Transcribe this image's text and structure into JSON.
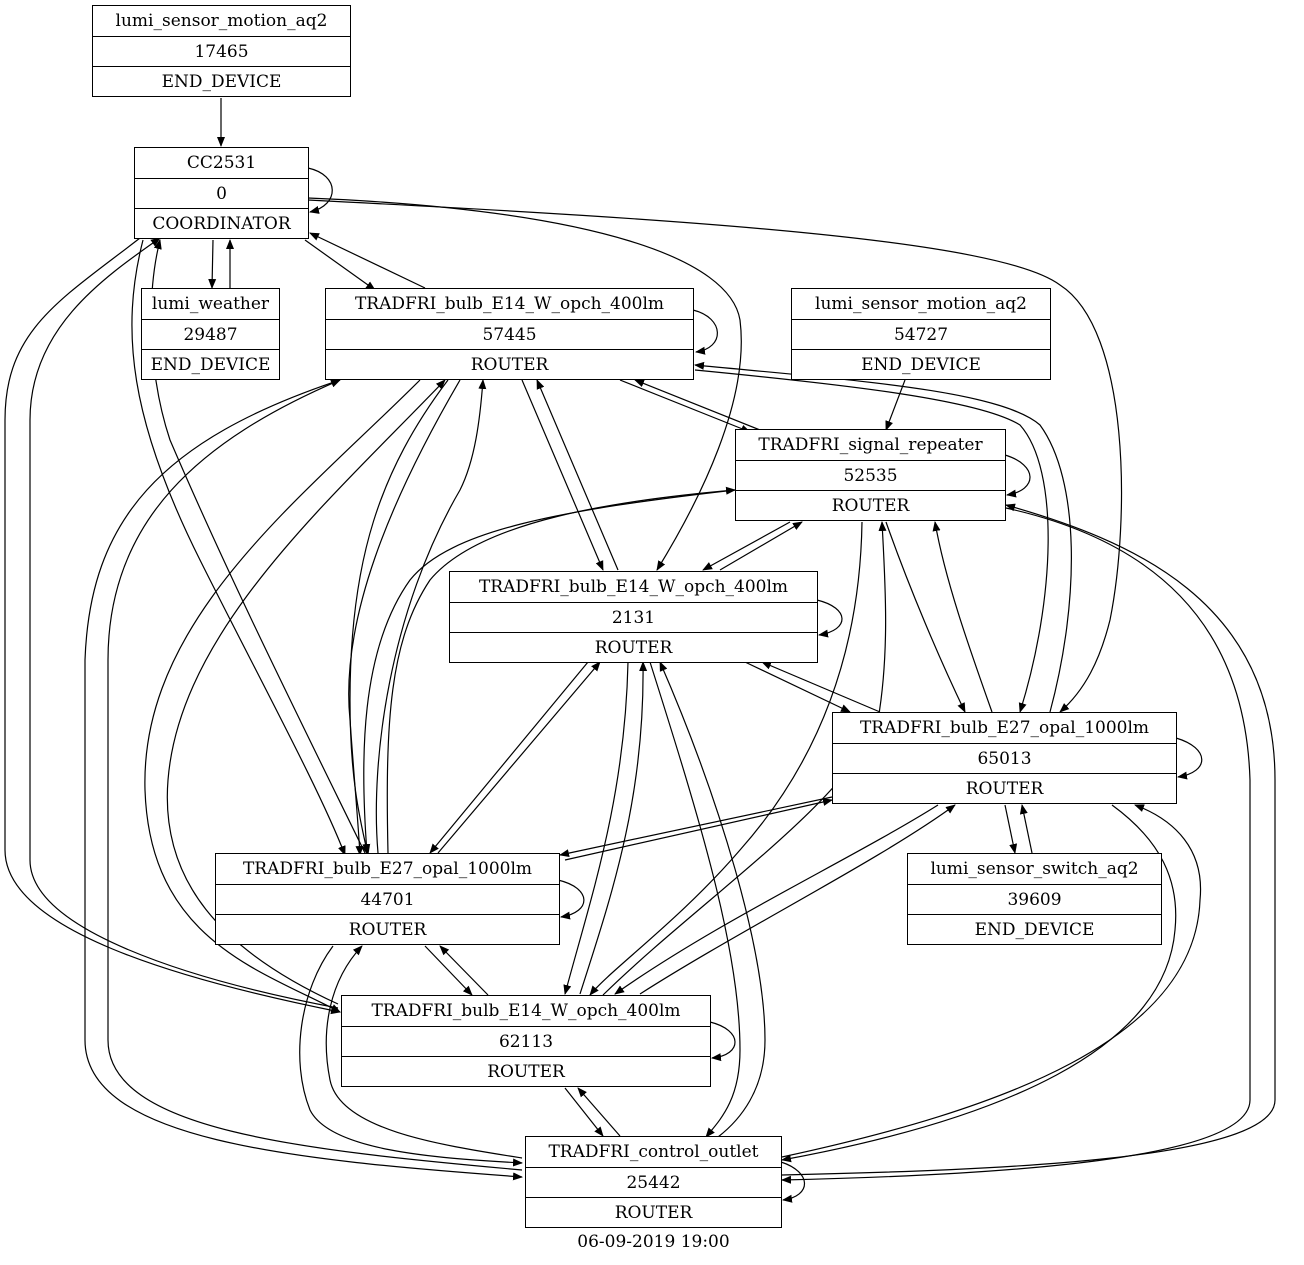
{
  "diagram": {
    "type": "network-map",
    "caption": "06-09-2019 19:00",
    "nodes": [
      {
        "id": "n17465",
        "name": "lumi_sensor_motion_aq2",
        "nwk": "17465",
        "role": "END_DEVICE"
      },
      {
        "id": "n0",
        "name": "CC2531",
        "nwk": "0",
        "role": "COORDINATOR"
      },
      {
        "id": "n29487",
        "name": "lumi_weather",
        "nwk": "29487",
        "role": "END_DEVICE"
      },
      {
        "id": "n57445",
        "name": "TRADFRI_bulb_E14_W_opch_400lm",
        "nwk": "57445",
        "role": "ROUTER"
      },
      {
        "id": "n54727",
        "name": "lumi_sensor_motion_aq2",
        "nwk": "54727",
        "role": "END_DEVICE"
      },
      {
        "id": "n52535",
        "name": "TRADFRI_signal_repeater",
        "nwk": "52535",
        "role": "ROUTER"
      },
      {
        "id": "n2131",
        "name": "TRADFRI_bulb_E14_W_opch_400lm",
        "nwk": "2131",
        "role": "ROUTER"
      },
      {
        "id": "n65013",
        "name": "TRADFRI_bulb_E27_opal_1000lm",
        "nwk": "65013",
        "role": "ROUTER"
      },
      {
        "id": "n44701",
        "name": "TRADFRI_bulb_E27_opal_1000lm",
        "nwk": "44701",
        "role": "ROUTER"
      },
      {
        "id": "n39609",
        "name": "lumi_sensor_switch_aq2",
        "nwk": "39609",
        "role": "END_DEVICE"
      },
      {
        "id": "n62113",
        "name": "TRADFRI_bulb_E14_W_opch_400lm",
        "nwk": "62113",
        "role": "ROUTER"
      },
      {
        "id": "n25442",
        "name": "TRADFRI_control_outlet",
        "nwk": "25442",
        "role": "ROUTER"
      }
    ],
    "edges": [
      [
        "n17465",
        "n0"
      ],
      [
        "n0",
        "n0"
      ],
      [
        "n0",
        "n29487"
      ],
      [
        "n29487",
        "n0"
      ],
      [
        "n0",
        "n57445"
      ],
      [
        "n57445",
        "n0"
      ],
      [
        "n0",
        "n2131"
      ],
      [
        "n0",
        "n65013"
      ],
      [
        "n0",
        "n44701"
      ],
      [
        "n44701",
        "n0"
      ],
      [
        "n0",
        "n62113"
      ],
      [
        "n62113",
        "n0"
      ],
      [
        "n57445",
        "n57445"
      ],
      [
        "n57445",
        "n52535"
      ],
      [
        "n52535",
        "n57445"
      ],
      [
        "n57445",
        "n2131"
      ],
      [
        "n2131",
        "n57445"
      ],
      [
        "n57445",
        "n44701"
      ],
      [
        "n44701",
        "n57445"
      ],
      [
        "n57445",
        "n62113"
      ],
      [
        "n62113",
        "n57445"
      ],
      [
        "n57445",
        "n25442"
      ],
      [
        "n25442",
        "n57445"
      ],
      [
        "n65013",
        "n57445"
      ],
      [
        "n57445",
        "n65013"
      ],
      [
        "n54727",
        "n52535"
      ],
      [
        "n52535",
        "n52535"
      ],
      [
        "n52535",
        "n2131"
      ],
      [
        "n2131",
        "n52535"
      ],
      [
        "n52535",
        "n65013"
      ],
      [
        "n65013",
        "n52535"
      ],
      [
        "n52535",
        "n44701"
      ],
      [
        "n44701",
        "n52535"
      ],
      [
        "n52535",
        "n62113"
      ],
      [
        "n62113",
        "n52535"
      ],
      [
        "n52535",
        "n25442"
      ],
      [
        "n25442",
        "n52535"
      ],
      [
        "n2131",
        "n2131"
      ],
      [
        "n2131",
        "n65013"
      ],
      [
        "n65013",
        "n2131"
      ],
      [
        "n2131",
        "n44701"
      ],
      [
        "n44701",
        "n2131"
      ],
      [
        "n2131",
        "n62113"
      ],
      [
        "n62113",
        "n2131"
      ],
      [
        "n2131",
        "n25442"
      ],
      [
        "n25442",
        "n2131"
      ],
      [
        "n65013",
        "n65013"
      ],
      [
        "n65013",
        "n44701"
      ],
      [
        "n44701",
        "n65013"
      ],
      [
        "n65013",
        "n39609"
      ],
      [
        "n39609",
        "n65013"
      ],
      [
        "n65013",
        "n62113"
      ],
      [
        "n62113",
        "n65013"
      ],
      [
        "n65013",
        "n25442"
      ],
      [
        "n25442",
        "n65013"
      ],
      [
        "n44701",
        "n44701"
      ],
      [
        "n44701",
        "n62113"
      ],
      [
        "n62113",
        "n44701"
      ],
      [
        "n44701",
        "n25442"
      ],
      [
        "n25442",
        "n44701"
      ],
      [
        "n62113",
        "n62113"
      ],
      [
        "n62113",
        "n25442"
      ],
      [
        "n25442",
        "n62113"
      ],
      [
        "n25442",
        "n25442"
      ]
    ]
  }
}
